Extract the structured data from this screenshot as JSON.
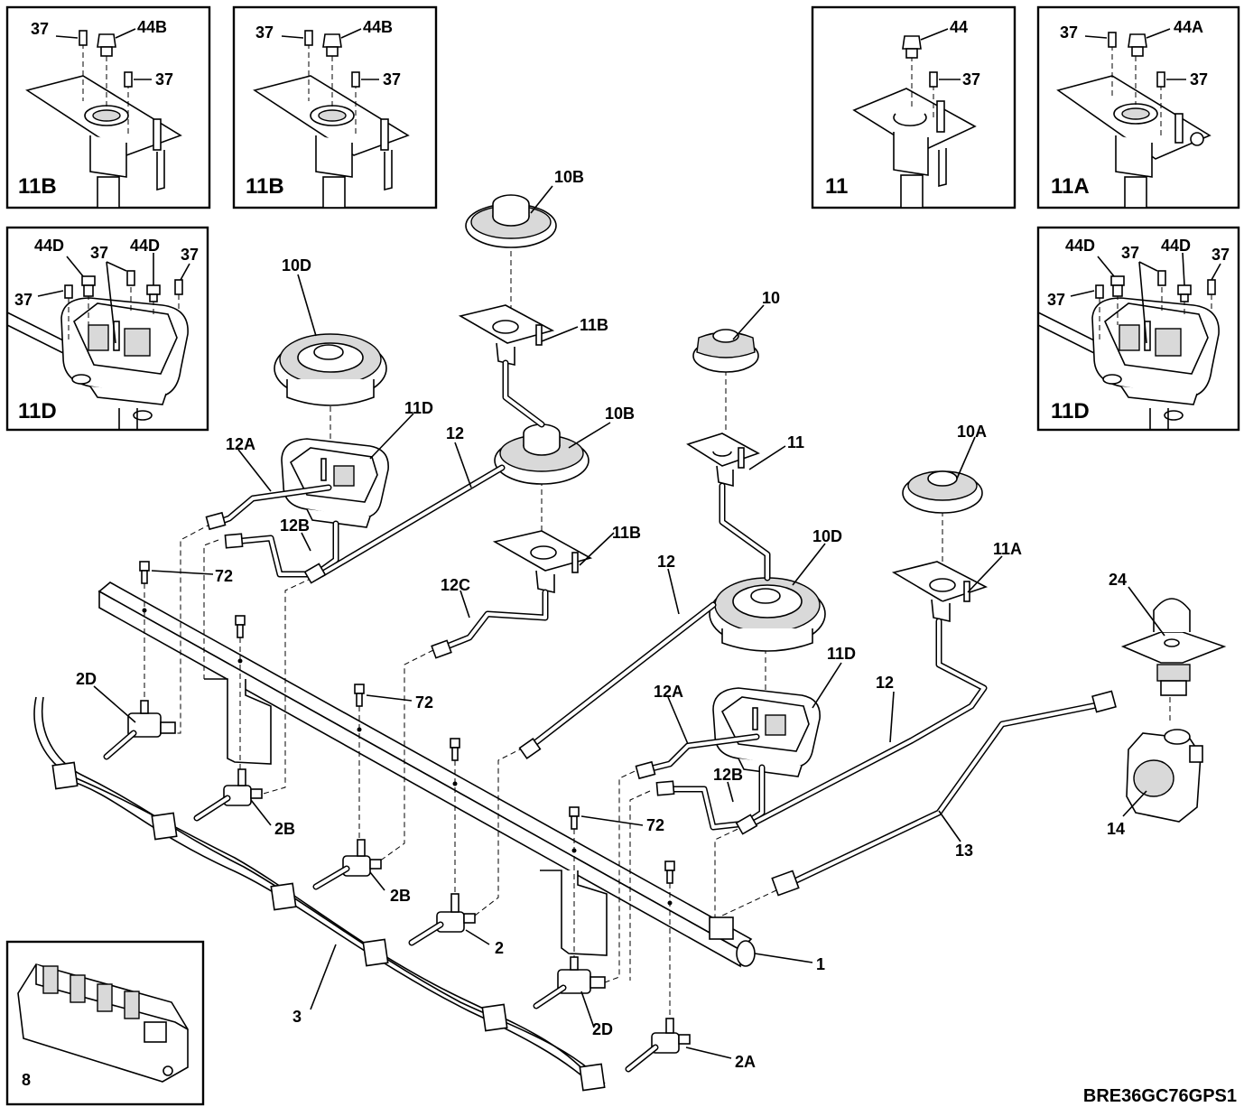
{
  "drawing_code": "BRE36GC76GPS1",
  "insets": {
    "inset_1": {
      "title": "11B",
      "labels": [
        "37",
        "44B",
        "37"
      ]
    },
    "inset_2": {
      "title": "11B",
      "labels": [
        "37",
        "44B",
        "37"
      ]
    },
    "inset_3": {
      "title": "11",
      "labels": [
        "44",
        "37"
      ]
    },
    "inset_4": {
      "title": "11A",
      "labels": [
        "37",
        "44A",
        "37"
      ]
    },
    "inset_5": {
      "title": "11D",
      "labels": [
        "44D",
        "37",
        "44D",
        "37",
        "37"
      ]
    },
    "inset_6": {
      "title": "11D",
      "labels": [
        "44D",
        "37",
        "44D",
        "37",
        "37"
      ]
    },
    "inset_7": {
      "title": "8",
      "labels": []
    }
  },
  "callouts": {
    "burner_10B_top": "10B",
    "burner_10D_left": "10D",
    "cap_11B_top": "11B",
    "base_11D_left": "11D",
    "tube_12A_left": "12A",
    "tube_12_left": "12",
    "tube_12B_left": "12B",
    "burner_10B_mid": "10B",
    "burner_10": "10",
    "cap_11": "11",
    "burner_10A": "10A",
    "cap_11B_mid": "11B",
    "tube_12C": "12C",
    "tube_12_mid": "12",
    "burner_10D_right": "10D",
    "cap_11A": "11A",
    "screw_72_top": "72",
    "valve_2D_left": "2D",
    "regulator_top_24": "24",
    "base_11D_right": "11D",
    "tube_12A_right": "12A",
    "tube_12_right": "12",
    "tube_12B_right": "12B",
    "screw_72_mid": "72",
    "valve_2B_upper": "2B",
    "valve_2B_lower": "2B",
    "regulator_14": "14",
    "tube_13": "13",
    "screw_72_low": "72",
    "valve_2": "2",
    "manifold_1": "1",
    "harness_3": "3",
    "valve_2D_right": "2D",
    "valve_2A": "2A"
  }
}
